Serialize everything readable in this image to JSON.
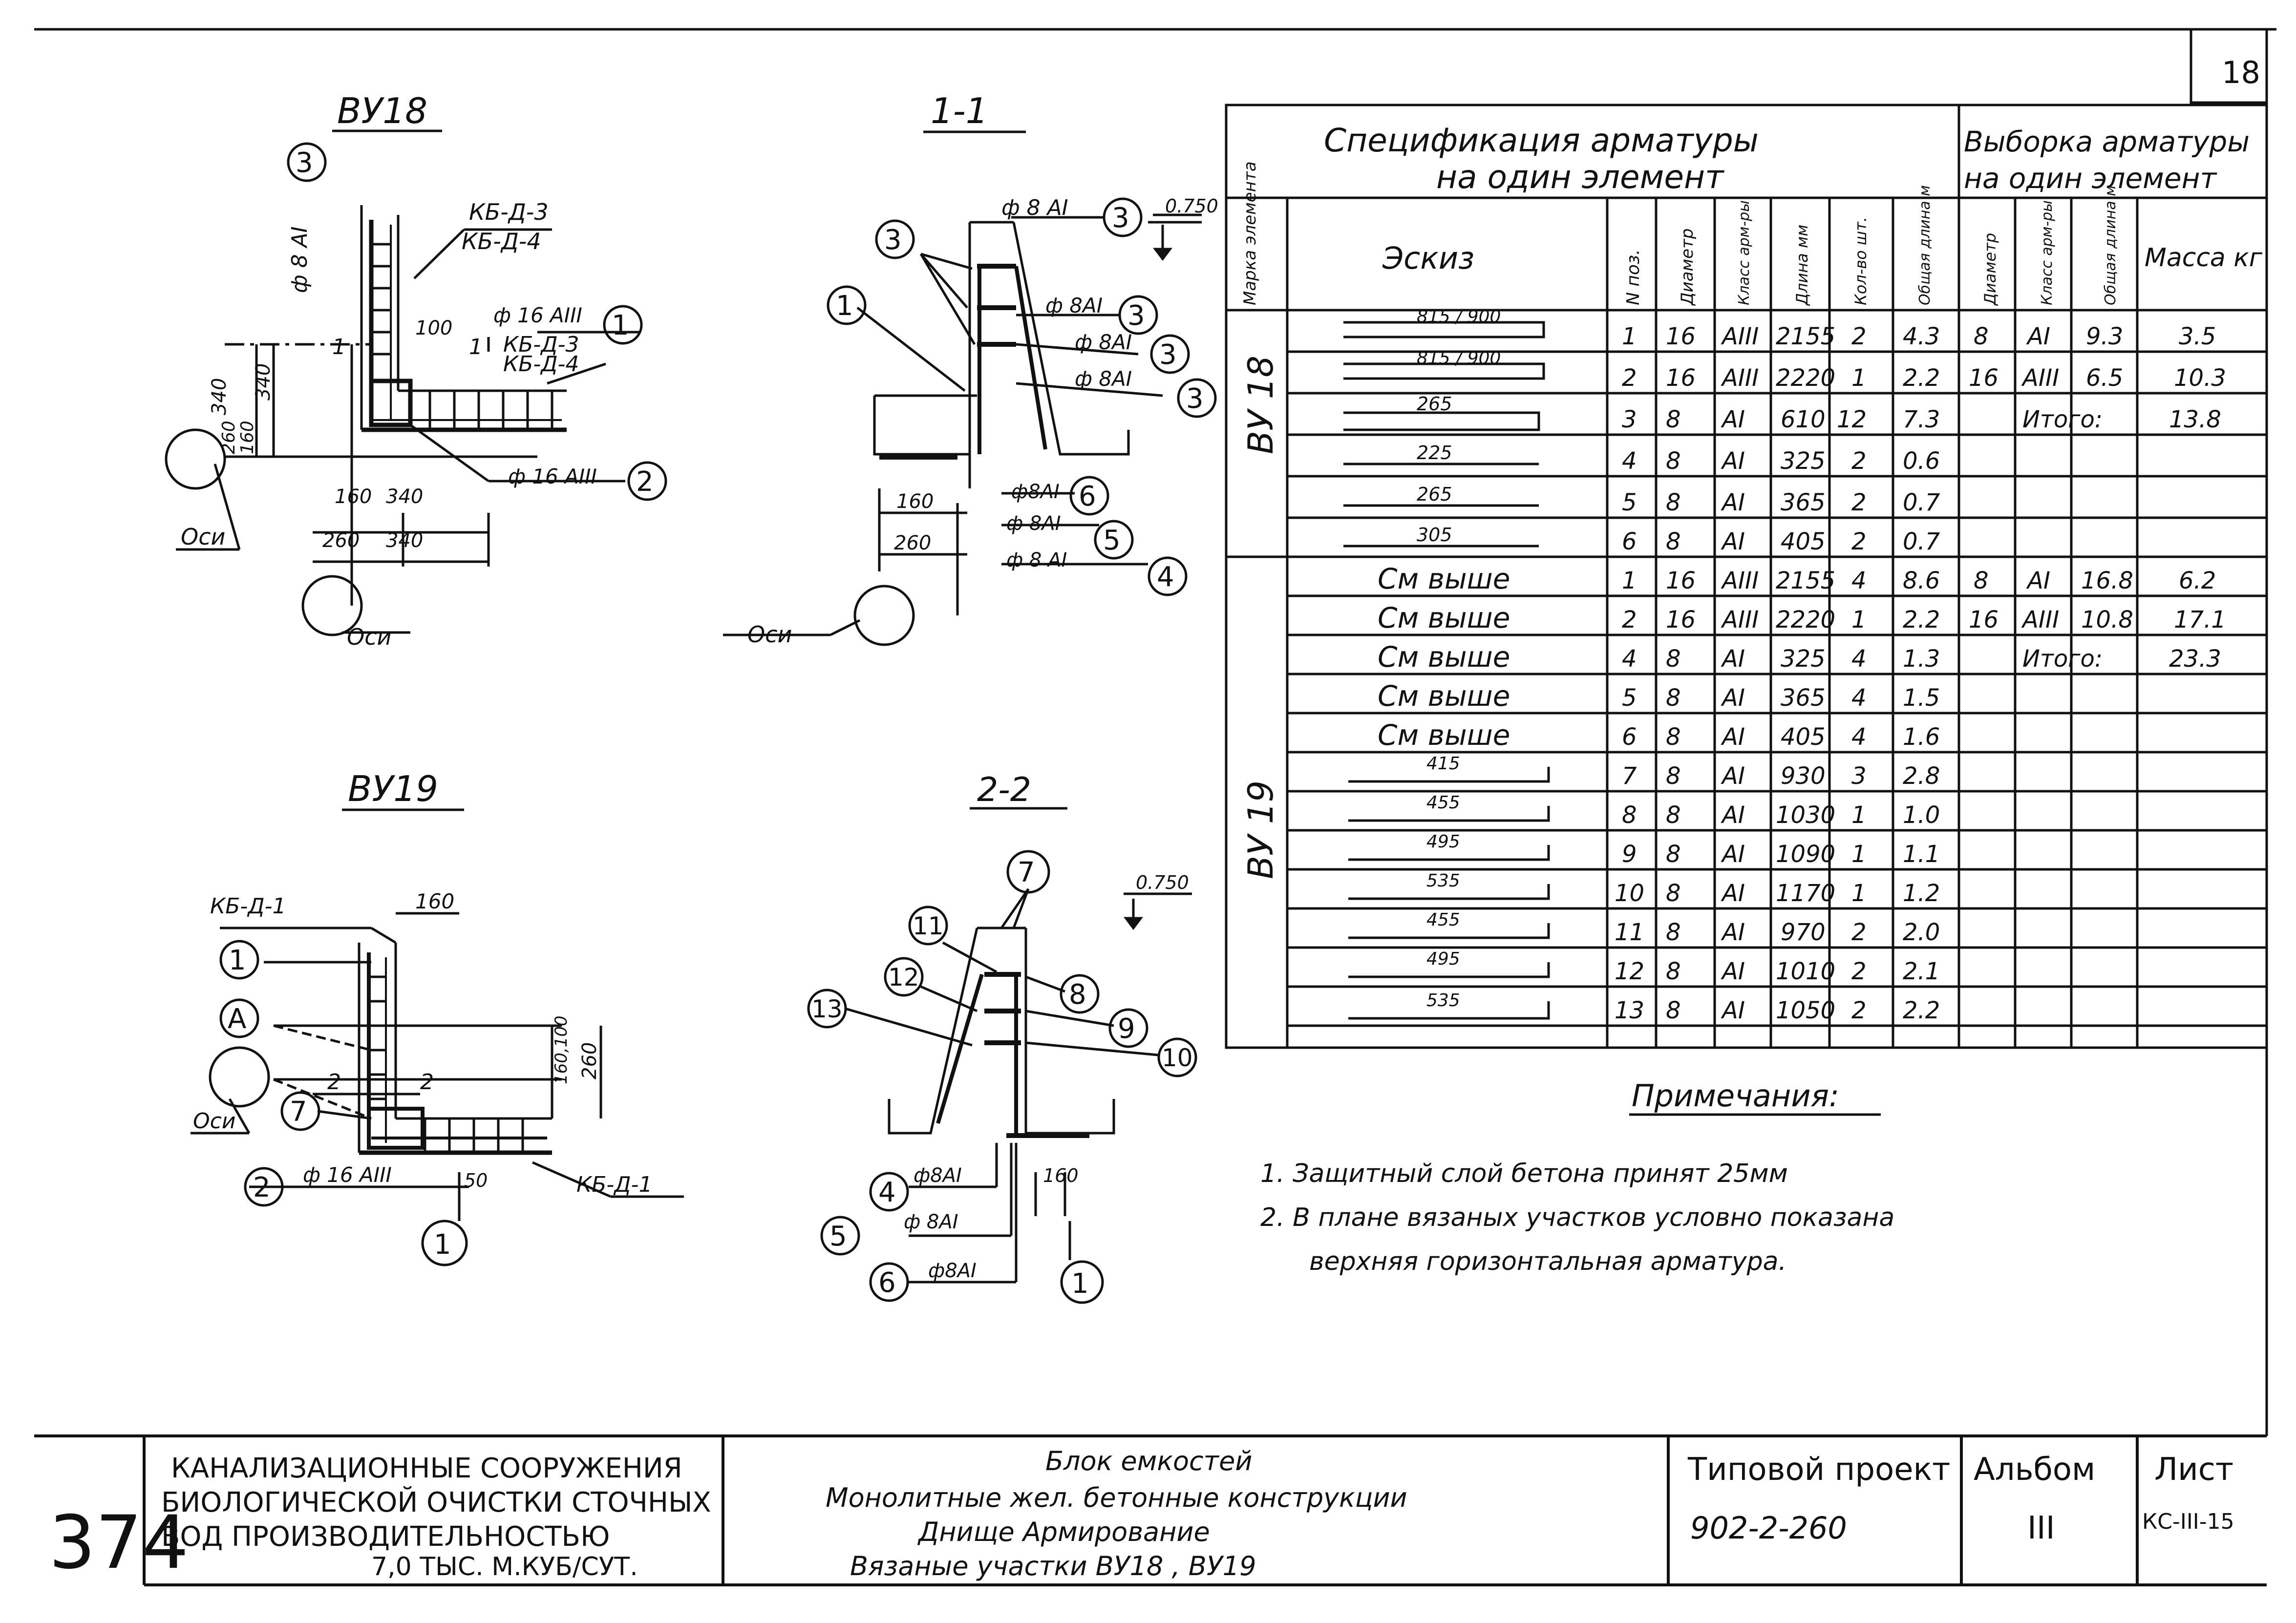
{
  "sheet_number": "18",
  "drawings": {
    "vu18": {
      "title": "ВУ18",
      "labels": {
        "kb_top_1": "КБ-Д-3",
        "kb_top_2": "КБ-Д-4",
        "kb_mid_1": "КБ-Д-3",
        "kb_mid_2": "КБ-Д-4",
        "bar_v": "ф 8 АI",
        "bar_h1": "ф 16 АIII",
        "bar_h2": "ф 16 АIII",
        "dim_100": "100",
        "cut_1a": "1",
        "cut_1b": "1",
        "dim_340a": "340",
        "dim_340b": "340",
        "dim_160": "160",
        "dim_260": "260",
        "dim_b160": "160",
        "dim_b340": "340",
        "dim_b260": "260",
        "dim_b340b": "340",
        "axis_a": "Оси",
        "axis_b": "Оси"
      },
      "callouts": [
        "3",
        "1",
        "2"
      ]
    },
    "sec11": {
      "title": "1-1",
      "labels": {
        "bar_top": "ф 8 АI",
        "level": "0.750",
        "bar_a": "ф 8АI",
        "bar_b": "ф 8АI",
        "bar_c": "ф 8АI",
        "bar_6": "ф8АI",
        "bar_5": "ф 8АI",
        "bar_4": "ф 8 АI",
        "dim_160": "160",
        "dim_260": "260",
        "axis": "Оси"
      },
      "callouts": [
        "3",
        "1",
        "3",
        "3",
        "3",
        "3",
        "6",
        "5",
        "4"
      ]
    },
    "vu19": {
      "title": "ВУ19",
      "labels": {
        "kb_top": "КБ-Д-1",
        "kb_bot": "КБ-Д-1",
        "dim_160": "160",
        "dim_160_100": "160,100",
        "dim_260": "260",
        "cut_2a": "2",
        "cut_2b": "2",
        "bar": "ф 16 АIII",
        "dim_50": "50",
        "axis": "Оси"
      },
      "callouts": [
        "1",
        "А",
        "7",
        "2",
        "1"
      ]
    },
    "sec22": {
      "title": "2-2",
      "labels": {
        "level": "0.750",
        "bar_4": "ф8АI",
        "bar_5": "ф 8АI",
        "bar_6": "ф8АI",
        "dim_160": "160"
      },
      "callouts": [
        "7",
        "11",
        "8",
        "12",
        "9",
        "13",
        "10",
        "4",
        "5",
        "6",
        "1"
      ]
    }
  },
  "spec_table": {
    "title_line1": "Спецификация арматуры",
    "title_line2": "на один элемент",
    "selection_line1": "Выборка арматуры",
    "selection_line2": "на один элемент",
    "col_headers": {
      "mark": "Марка элемента",
      "sketch": "Эскиз",
      "pos": "N поз.",
      "diam": "Диаметр",
      "class": "Класс арм-ры",
      "length": "Длина мм",
      "qty": "Кол-во шт.",
      "total": "Общая длина м",
      "sel_diam": "Диаметр",
      "sel_class": "Класс арм-ры",
      "sel_total": "Общая длина м",
      "sel_mass": "Масса кг"
    },
    "groups": [
      {
        "mark": "ВУ 18",
        "rows": [
          {
            "sketch": "815 / 900",
            "pos": "1",
            "diam": "16",
            "class": "АIII",
            "length": "2155",
            "qty": "2",
            "total": "4.3"
          },
          {
            "sketch": "815 / 900",
            "pos": "2",
            "diam": "16",
            "class": "АIII",
            "length": "2220",
            "qty": "1",
            "total": "2.2"
          },
          {
            "sketch": "265",
            "pos": "3",
            "diam": "8",
            "class": "АI",
            "length": "610",
            "qty": "12",
            "total": "7.3"
          },
          {
            "sketch": "225",
            "pos": "4",
            "diam": "8",
            "class": "АI",
            "length": "325",
            "qty": "2",
            "total": "0.6"
          },
          {
            "sketch": "265",
            "pos": "5",
            "diam": "8",
            "class": "АI",
            "length": "365",
            "qty": "2",
            "total": "0.7"
          },
          {
            "sketch": "305",
            "pos": "6",
            "diam": "8",
            "class": "АI",
            "length": "405",
            "qty": "2",
            "total": "0.7"
          }
        ],
        "selection": [
          {
            "diam": "8",
            "class": "АI",
            "total": "9.3",
            "mass": "3.5"
          },
          {
            "diam": "16",
            "class": "АIII",
            "total": "6.5",
            "mass": "10.3"
          }
        ],
        "sum_label": "Итого:",
        "sum_value": "13.8"
      },
      {
        "mark": "ВУ 19",
        "rows": [
          {
            "sketch": "См выше",
            "pos": "1",
            "diam": "16",
            "class": "АIII",
            "length": "2155",
            "qty": "4",
            "total": "8.6"
          },
          {
            "sketch": "См выше",
            "pos": "2",
            "diam": "16",
            "class": "АIII",
            "length": "2220",
            "qty": "1",
            "total": "2.2"
          },
          {
            "sketch": "См выше",
            "pos": "4",
            "diam": "8",
            "class": "АI",
            "length": "325",
            "qty": "4",
            "total": "1.3"
          },
          {
            "sketch": "См выше",
            "pos": "5",
            "diam": "8",
            "class": "АI",
            "length": "365",
            "qty": "4",
            "total": "1.5"
          },
          {
            "sketch": "См выше",
            "pos": "6",
            "diam": "8",
            "class": "АI",
            "length": "405",
            "qty": "4",
            "total": "1.6"
          },
          {
            "sketch": "415",
            "pos": "7",
            "diam": "8",
            "class": "АI",
            "length": "930",
            "qty": "3",
            "total": "2.8"
          },
          {
            "sketch": "455",
            "pos": "8",
            "diam": "8",
            "class": "АI",
            "length": "1030",
            "qty": "1",
            "total": "1.0"
          },
          {
            "sketch": "495",
            "pos": "9",
            "diam": "8",
            "class": "АI",
            "length": "1090",
            "qty": "1",
            "total": "1.1"
          },
          {
            "sketch": "535",
            "pos": "10",
            "diam": "8",
            "class": "АI",
            "length": "1170",
            "qty": "1",
            "total": "1.2"
          },
          {
            "sketch": "455",
            "pos": "11",
            "diam": "8",
            "class": "АI",
            "length": "970",
            "qty": "2",
            "total": "2.0"
          },
          {
            "sketch": "495",
            "pos": "12",
            "diam": "8",
            "class": "АI",
            "length": "1010",
            "qty": "2",
            "total": "2.1"
          },
          {
            "sketch": "535",
            "pos": "13",
            "diam": "8",
            "class": "АI",
            "length": "1050",
            "qty": "2",
            "total": "2.2"
          }
        ],
        "selection": [
          {
            "diam": "8",
            "class": "АI",
            "total": "16.8",
            "mass": "6.2"
          },
          {
            "diam": "16",
            "class": "АIII",
            "total": "10.8",
            "mass": "17.1"
          }
        ],
        "sum_label": "Итого:",
        "sum_value": "23.3"
      }
    ]
  },
  "notes": {
    "title": "Примечания:",
    "items": [
      "1. Защитный слой бетона принят 25мм",
      "2. В плане вязаных участков условно показана",
      "верхняя горизонтальная арматура."
    ]
  },
  "title_block": {
    "code": "374",
    "org_line1": "КАНАЛИЗАЦИОННЫЕ СООРУЖЕНИЯ",
    "org_line2": "БИОЛОГИЧЕСКОЙ ОЧИСТКИ СТОЧНЫХ",
    "org_line3": "ВОД ПРОИЗВОДИТЕЛЬНОСТЬЮ",
    "org_line4": "7,0 ТЫС. М.КУБ/СУТ.",
    "desc_line1": "Блок емкостей",
    "desc_line2": "Монолитные жел. бетонные конструкции",
    "desc_line3": "Днище Армирование",
    "desc_line4": "Вязаные участки ВУ18 , ВУ19",
    "project_label": "Типовой проект",
    "project_number": "902-2-260",
    "album_label": "Альбом",
    "album_value": "III",
    "sheet_label": "Лист",
    "sheet_value": "КС-III-15"
  }
}
